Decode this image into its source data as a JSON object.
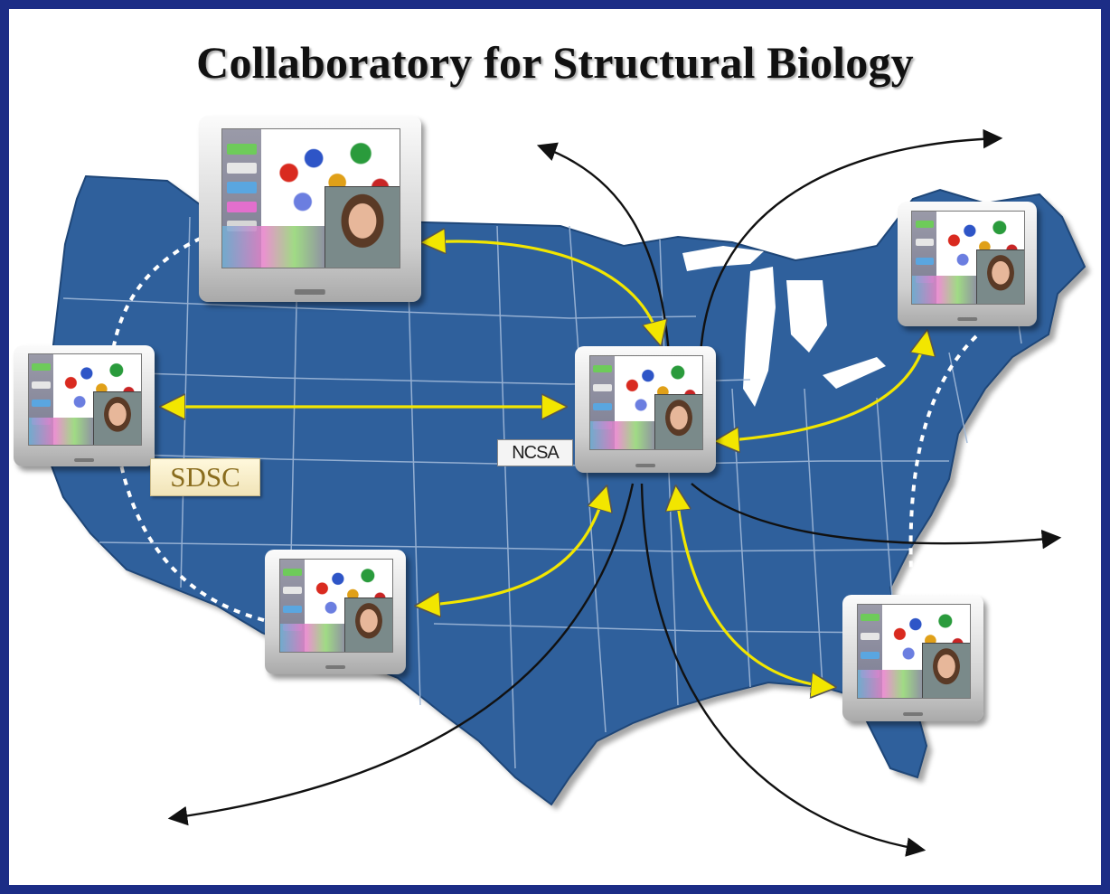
{
  "title": "Collaboratory for Structural Biology",
  "labels": {
    "sdsc": "SDSC",
    "ncsa": "NCSA"
  },
  "colors": {
    "border": "#1c2d86",
    "background": "#ffffff",
    "map": "#2f609c",
    "map_edge": "#1e4678",
    "state_lines": "#9fb8d8",
    "yellow_link": "#f2e600",
    "black_link": "#111111",
    "dashed_link": "#ffffff"
  },
  "nodes": [
    {
      "id": "northwest",
      "icon": "monitor-with-face"
    },
    {
      "id": "sdsc",
      "icon": "monitor-with-face"
    },
    {
      "id": "southwest",
      "icon": "monitor-with-face"
    },
    {
      "id": "ncsa-hub",
      "icon": "monitor-with-face"
    },
    {
      "id": "northeast",
      "icon": "monitor-with-face"
    },
    {
      "id": "southeast",
      "icon": "monitor-with-face"
    }
  ]
}
